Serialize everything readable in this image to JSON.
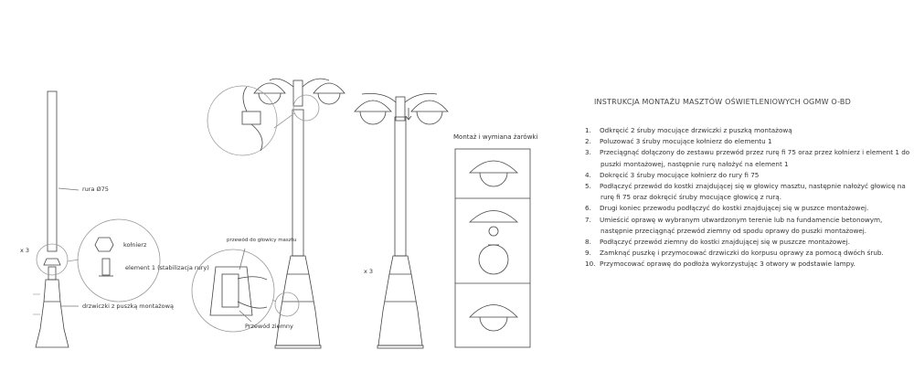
{
  "title": "INSTRUKCJA MONTAŻU MASZTÓW OŚWIETLENIOWYCH OGMW O-BD",
  "steps": [
    {
      "n": "1.",
      "text": "Odkręcić 2 śruby mocujące drzwiczki z puszką montażową"
    },
    {
      "n": "2.",
      "text": "Poluzować 3 śruby mocujące kołnierz do elementu 1"
    },
    {
      "n": "3.",
      "text": "Przeciągnąć dołączony do zestawu przewód przez rurę fi 75 oraz przez kołnierz i element 1 do",
      "cont": "puszki montażowej, następnie rurę nałożyć na element 1"
    },
    {
      "n": "4.",
      "text": "Dokręcić 3 śruby mocujące kołnierz do rury fi 75"
    },
    {
      "n": "5.",
      "text": "Podłączyć przewód do kostki znajdującej się w głowicy masztu, następnie nałożyć głowicę na",
      "cont": "rurę fi 75 oraz dokręcić śruby mocujące głowicę z rurą."
    },
    {
      "n": "6.",
      "text": "Drugi koniec przewodu podłączyć do kostki znajdującej się w puszce montażowej."
    },
    {
      "n": "7.",
      "text": "Umieścić oprawę w wybranym utwardzonym terenie lub na fundamencie betonowym,",
      "cont": "następnie przeciągnąć przewód ziemny od spodu oprawy do puszki montażowej."
    },
    {
      "n": "8.",
      "text": "Podłączyć przewód ziemny do kostki znajdującej się w puszcze montażowej."
    },
    {
      "n": "9.",
      "text": "Zamknąć puszkę i przymocować drzwiczki do korpusu oprawy za pomocą dwóch śrub."
    },
    {
      "n": "10.",
      "text": "Przymocować oprawę do podłoża wykorzystując 3 otwory w podstawie lampy."
    }
  ],
  "labels": {
    "pipe": "rura Ø75",
    "x3_left": "x 3",
    "flange": "kołnierz",
    "element1": "element 1 (stabilizacja rury)",
    "door": "drzwiczki z puszką montażową",
    "head_cable": "przewód do głowicy masztu",
    "ground_cable": "Przewód ziemny",
    "x3_right": "x 3",
    "bulb_title": "Montaż i wymiana żarówki"
  }
}
